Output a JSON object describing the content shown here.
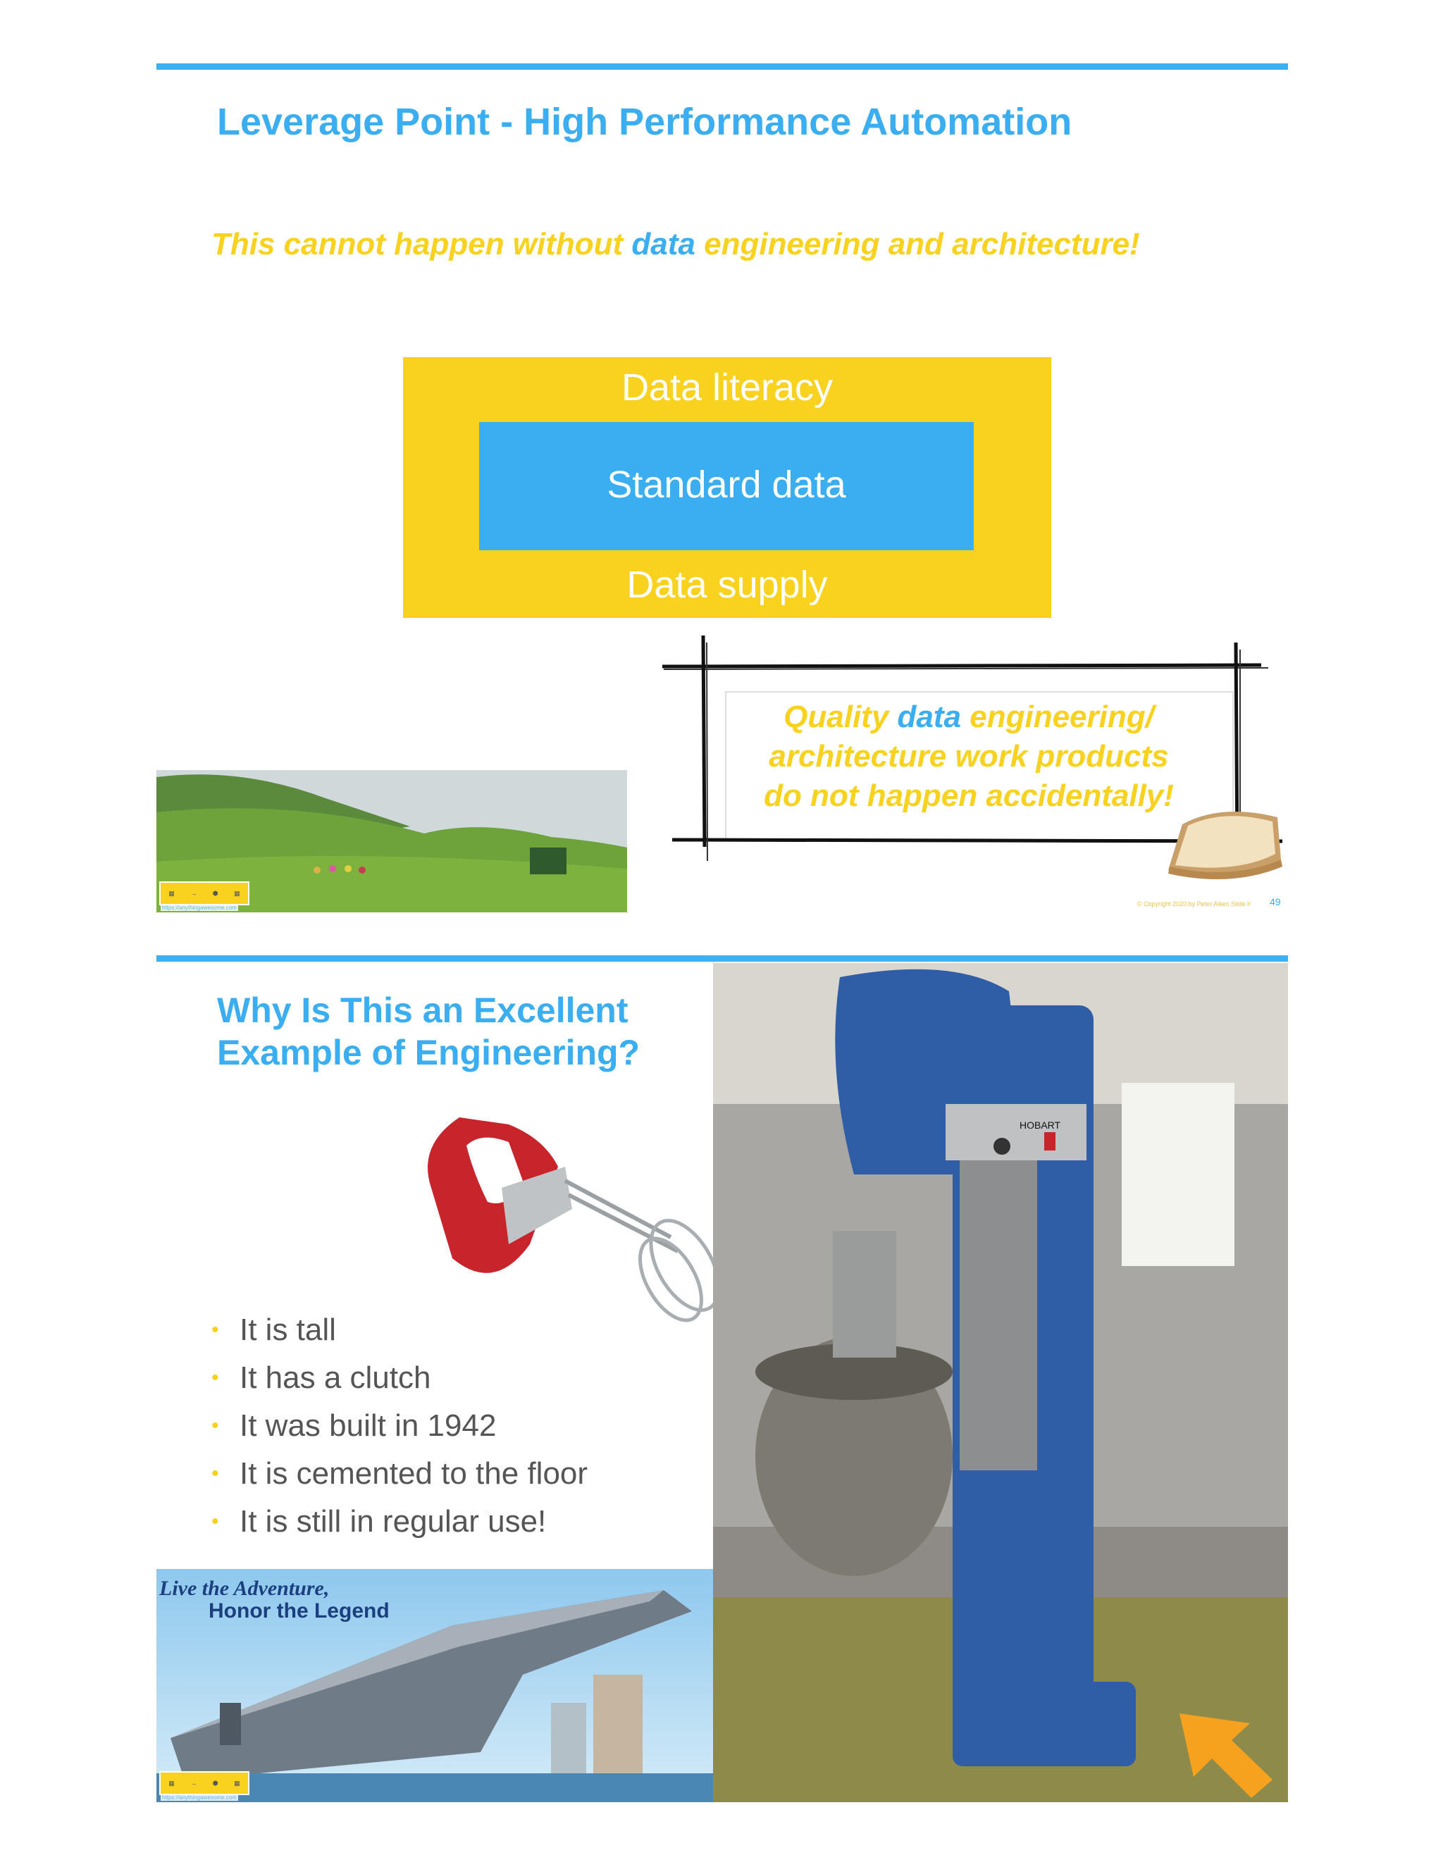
{
  "slide1": {
    "title": "Leverage Point - High Performance Automation",
    "subtitle_pre": "This cannot happen without ",
    "subtitle_hl": "data",
    "subtitle_post": " engineering and architecture!",
    "diagram": {
      "outer_top": "Data literacy",
      "inner": "Standard data",
      "outer_bottom": "Data supply"
    },
    "callout": {
      "pre": "Quality ",
      "hl": "data",
      "post1": " engineering/",
      "line2": "architecture work products",
      "line3": "do not happen accidentally!"
    },
    "photo_logo_url": "https://anythingawesome.com",
    "footer_copyright": "© Copyright   2020   by Peter Aiken   Slide #",
    "page_number": "49"
  },
  "slide2": {
    "title_line1": "Why Is This an Excellent",
    "title_line2": "Example of Engineering?",
    "bullets": [
      "It is tall",
      "It has a clutch",
      "It was built in 1942",
      "It is cemented to the floor",
      "It is still in regular use!"
    ],
    "ship_slogan_1": "Live the Adventure,",
    "ship_slogan_2": "Honor the Legend",
    "ship_logo_url": "https://anythingawesome.com",
    "mixer_brand": "HOBART"
  },
  "colors": {
    "accent_blue": "#3aaef0",
    "accent_yellow": "#f8d21f",
    "text_gray": "#555555",
    "arrow_orange": "#f6a21e"
  }
}
